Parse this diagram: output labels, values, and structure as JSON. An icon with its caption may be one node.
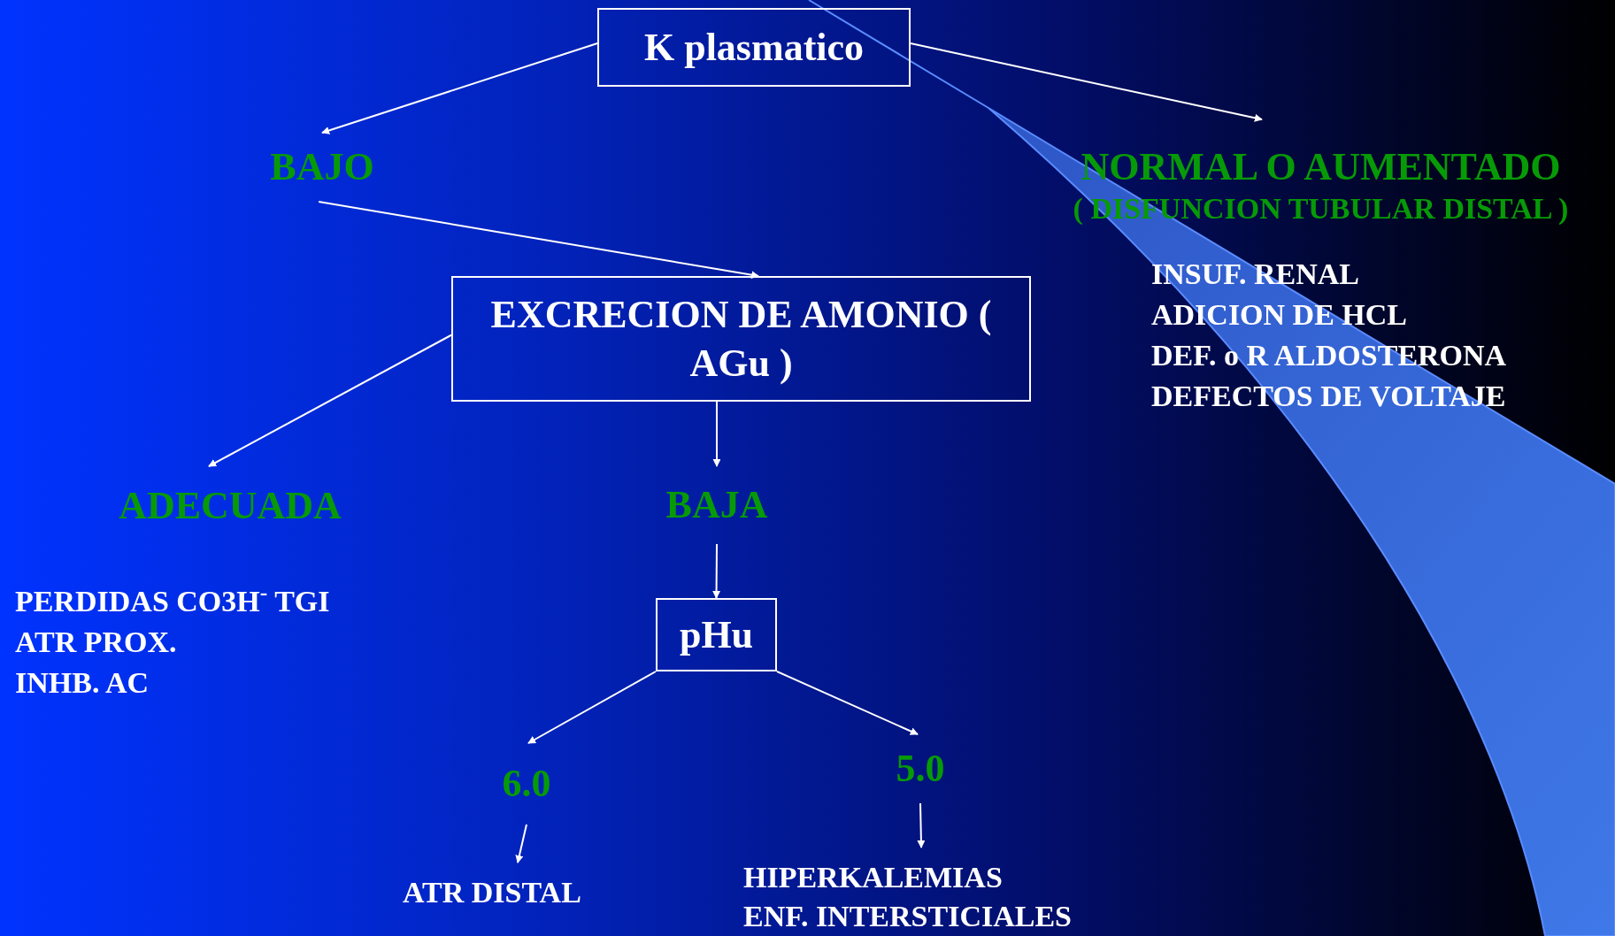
{
  "diagram": {
    "nodes": [
      {
        "text": [
          "K plasmatico"
        ]
      },
      {
        "text": [
          "BAJO"
        ]
      },
      {
        "text": [
          "NORMAL O AUMENTADO",
          "( DISFUNCION TUBULAR DISTAL )"
        ]
      },
      {
        "text": [
          "EXCRECION DE AMONIO ( AGu )"
        ]
      },
      {
        "text": [
          "ADECUADA"
        ]
      },
      {
        "text": [
          "BAJA"
        ]
      },
      {
        "text": [
          "pHu"
        ]
      },
      {
        "text": [
          "6.0"
        ]
      },
      {
        "text": [
          "5.0"
        ]
      },
      {
        "text": [
          "ATR DISTAL"
        ]
      },
      {
        "text": [
          "HIPERKALEMIAS",
          "ENF. INTERSTICIALES"
        ]
      }
    ],
    "edges": [
      {
        "from": 0,
        "to": 1,
        "arrow": "to"
      },
      {
        "from": 0,
        "to": 2,
        "arrow": "to"
      },
      {
        "from": 1,
        "to": 3,
        "arrow": "to"
      },
      {
        "from": 3,
        "to": 4,
        "arrow": "to"
      },
      {
        "from": 3,
        "to": 5,
        "arrow": "to"
      },
      {
        "from": 5,
        "to": 6,
        "arrow": "to"
      },
      {
        "from": 6,
        "to": 7,
        "arrow": "to"
      },
      {
        "from": 6,
        "to": 8,
        "arrow": "to"
      },
      {
        "from": 7,
        "to": 9,
        "arrow": "to"
      },
      {
        "from": 8,
        "to": 10,
        "arrow": "to"
      }
    ],
    "labels": [
      "INSUF. RENAL",
      "ADICION DE HCL",
      "DEF. o R ALDOSTERONA",
      "DEFECTOS DE VOLTAJE",
      "PERDIDAS CO3H$^{-}$ TGI",
      "ATR PROX.",
      "INHB. AC"
    ]
  }
}
